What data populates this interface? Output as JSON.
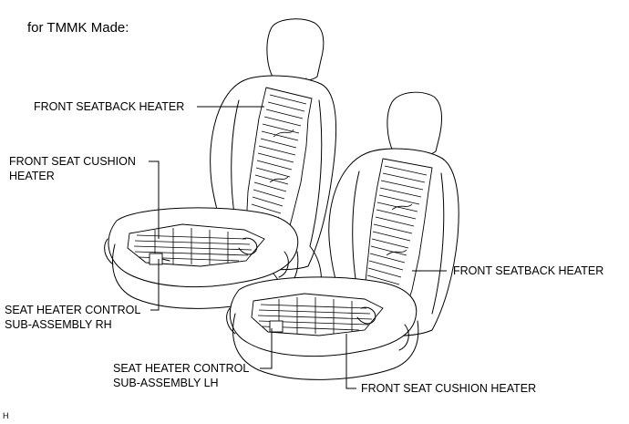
{
  "title": "for TMMK Made:",
  "figure_code": "H",
  "labels": {
    "front_seatback_heater_rh": "FRONT SEATBACK HEATER",
    "front_seat_cushion_heater_rh_line1": "FRONT SEAT CUSHION",
    "front_seat_cushion_heater_rh_line2": "HEATER",
    "seat_heater_control_rh_line1": "SEAT HEATER CONTROL",
    "seat_heater_control_rh_line2": "SUB-ASSEMBLY RH",
    "front_seatback_heater_lh": "FRONT SEATBACK HEATER",
    "seat_heater_control_lh_line1": "SEAT HEATER CONTROL",
    "seat_heater_control_lh_line2": "SUB-ASSEMBLY LH",
    "front_seat_cushion_heater_lh": "FRONT SEAT CUSHION HEATER"
  }
}
